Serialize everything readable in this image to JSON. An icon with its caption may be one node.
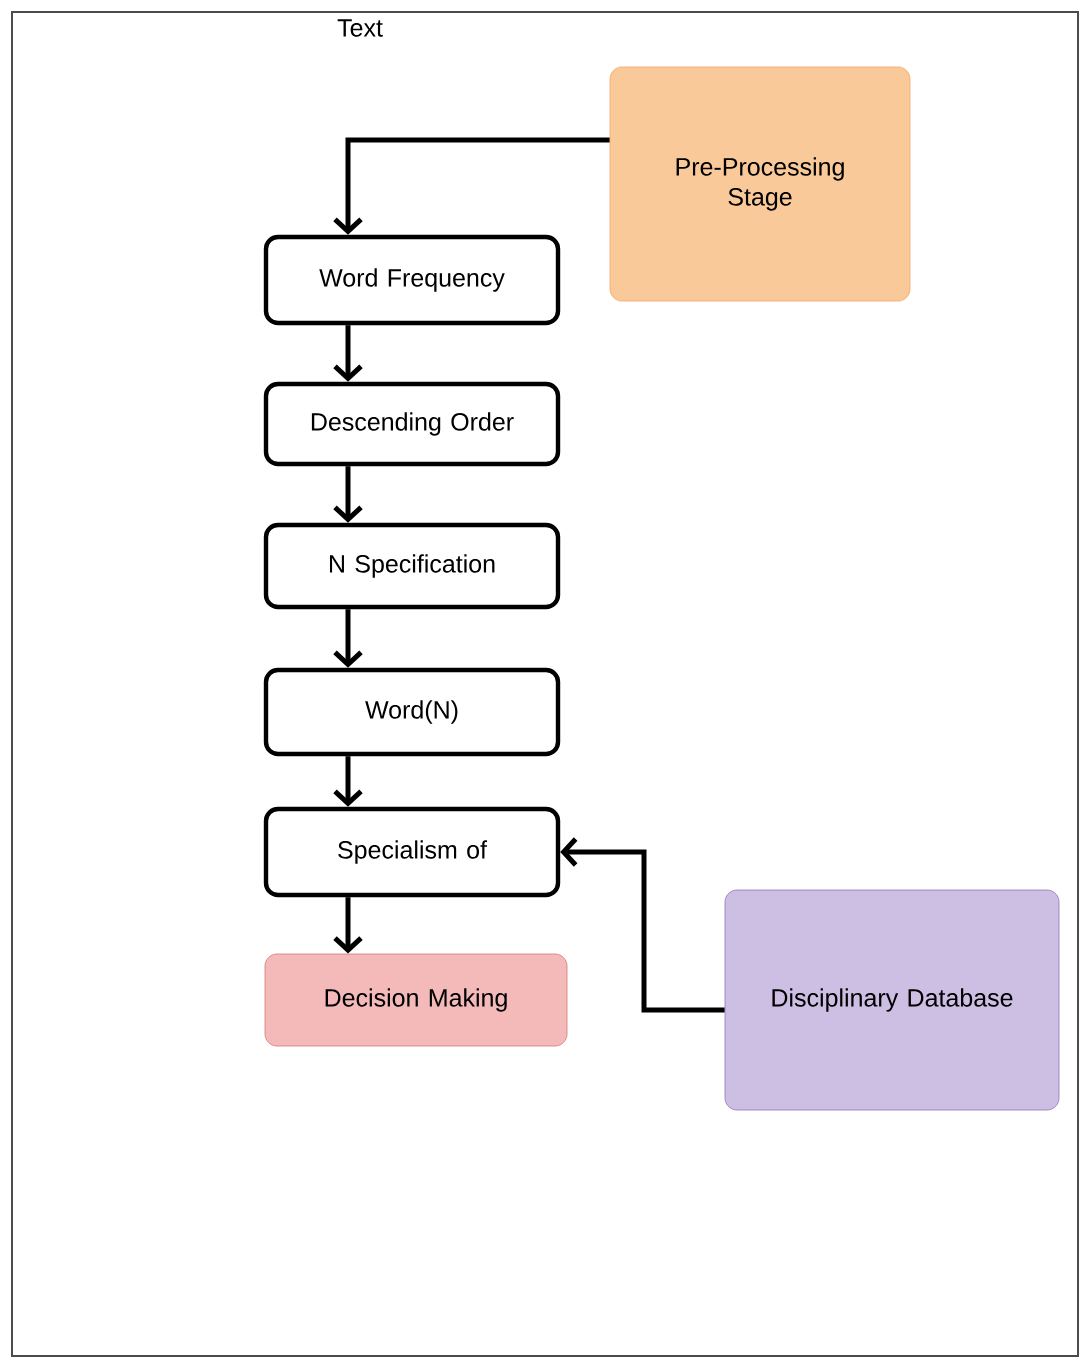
{
  "diagram": {
    "nodes": [
      {
        "text": [
          "Pre-Processing Stage"
        ]
      },
      {
        "text": [
          "Word Frequency"
        ]
      },
      {
        "text": [
          "Descending Order"
        ]
      },
      {
        "text": [
          "N Specification"
        ]
      },
      {
        "text": [
          "Word(N)"
        ]
      },
      {
        "text": [
          "Specialism of"
        ]
      },
      {
        "text": [
          "Disciplinary Database"
        ]
      },
      {
        "text": [
          "Decision Making"
        ]
      }
    ],
    "edges": [
      {
        "from": 0,
        "to": 1,
        "arrow": "to",
        "label": "Text"
      },
      {
        "from": 1,
        "to": 2,
        "arrow": "to"
      },
      {
        "from": 2,
        "to": 3,
        "arrow": "to"
      },
      {
        "from": 3,
        "to": 4,
        "arrow": "to"
      },
      {
        "from": 4,
        "to": 5,
        "arrow": "to"
      },
      {
        "from": 6,
        "to": 5,
        "arrow": "to"
      },
      {
        "from": 5,
        "to": 7,
        "arrow": "to"
      }
    ]
  }
}
